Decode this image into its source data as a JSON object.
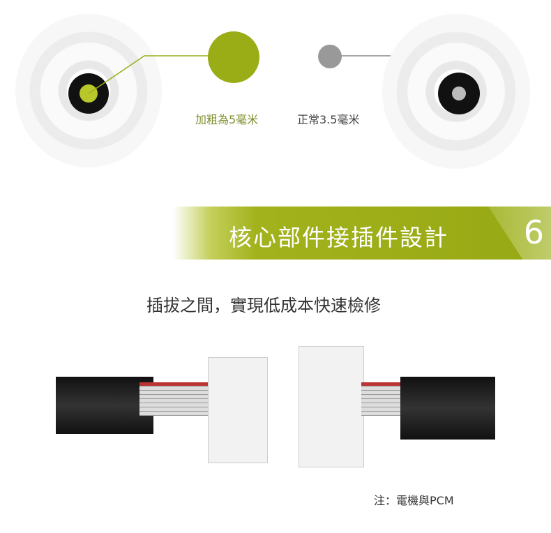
{
  "labels": {
    "thick": "加粗為5毫米",
    "normal": "正常3.5毫米"
  },
  "banner": {
    "title": "核心部件接插件設計",
    "number": "6"
  },
  "subtitle": "插拔之間，實現低成本快速檢修",
  "note": "注：電機與PCM",
  "colors": {
    "accent": "#9aad17",
    "gray_dot": "#999999"
  }
}
